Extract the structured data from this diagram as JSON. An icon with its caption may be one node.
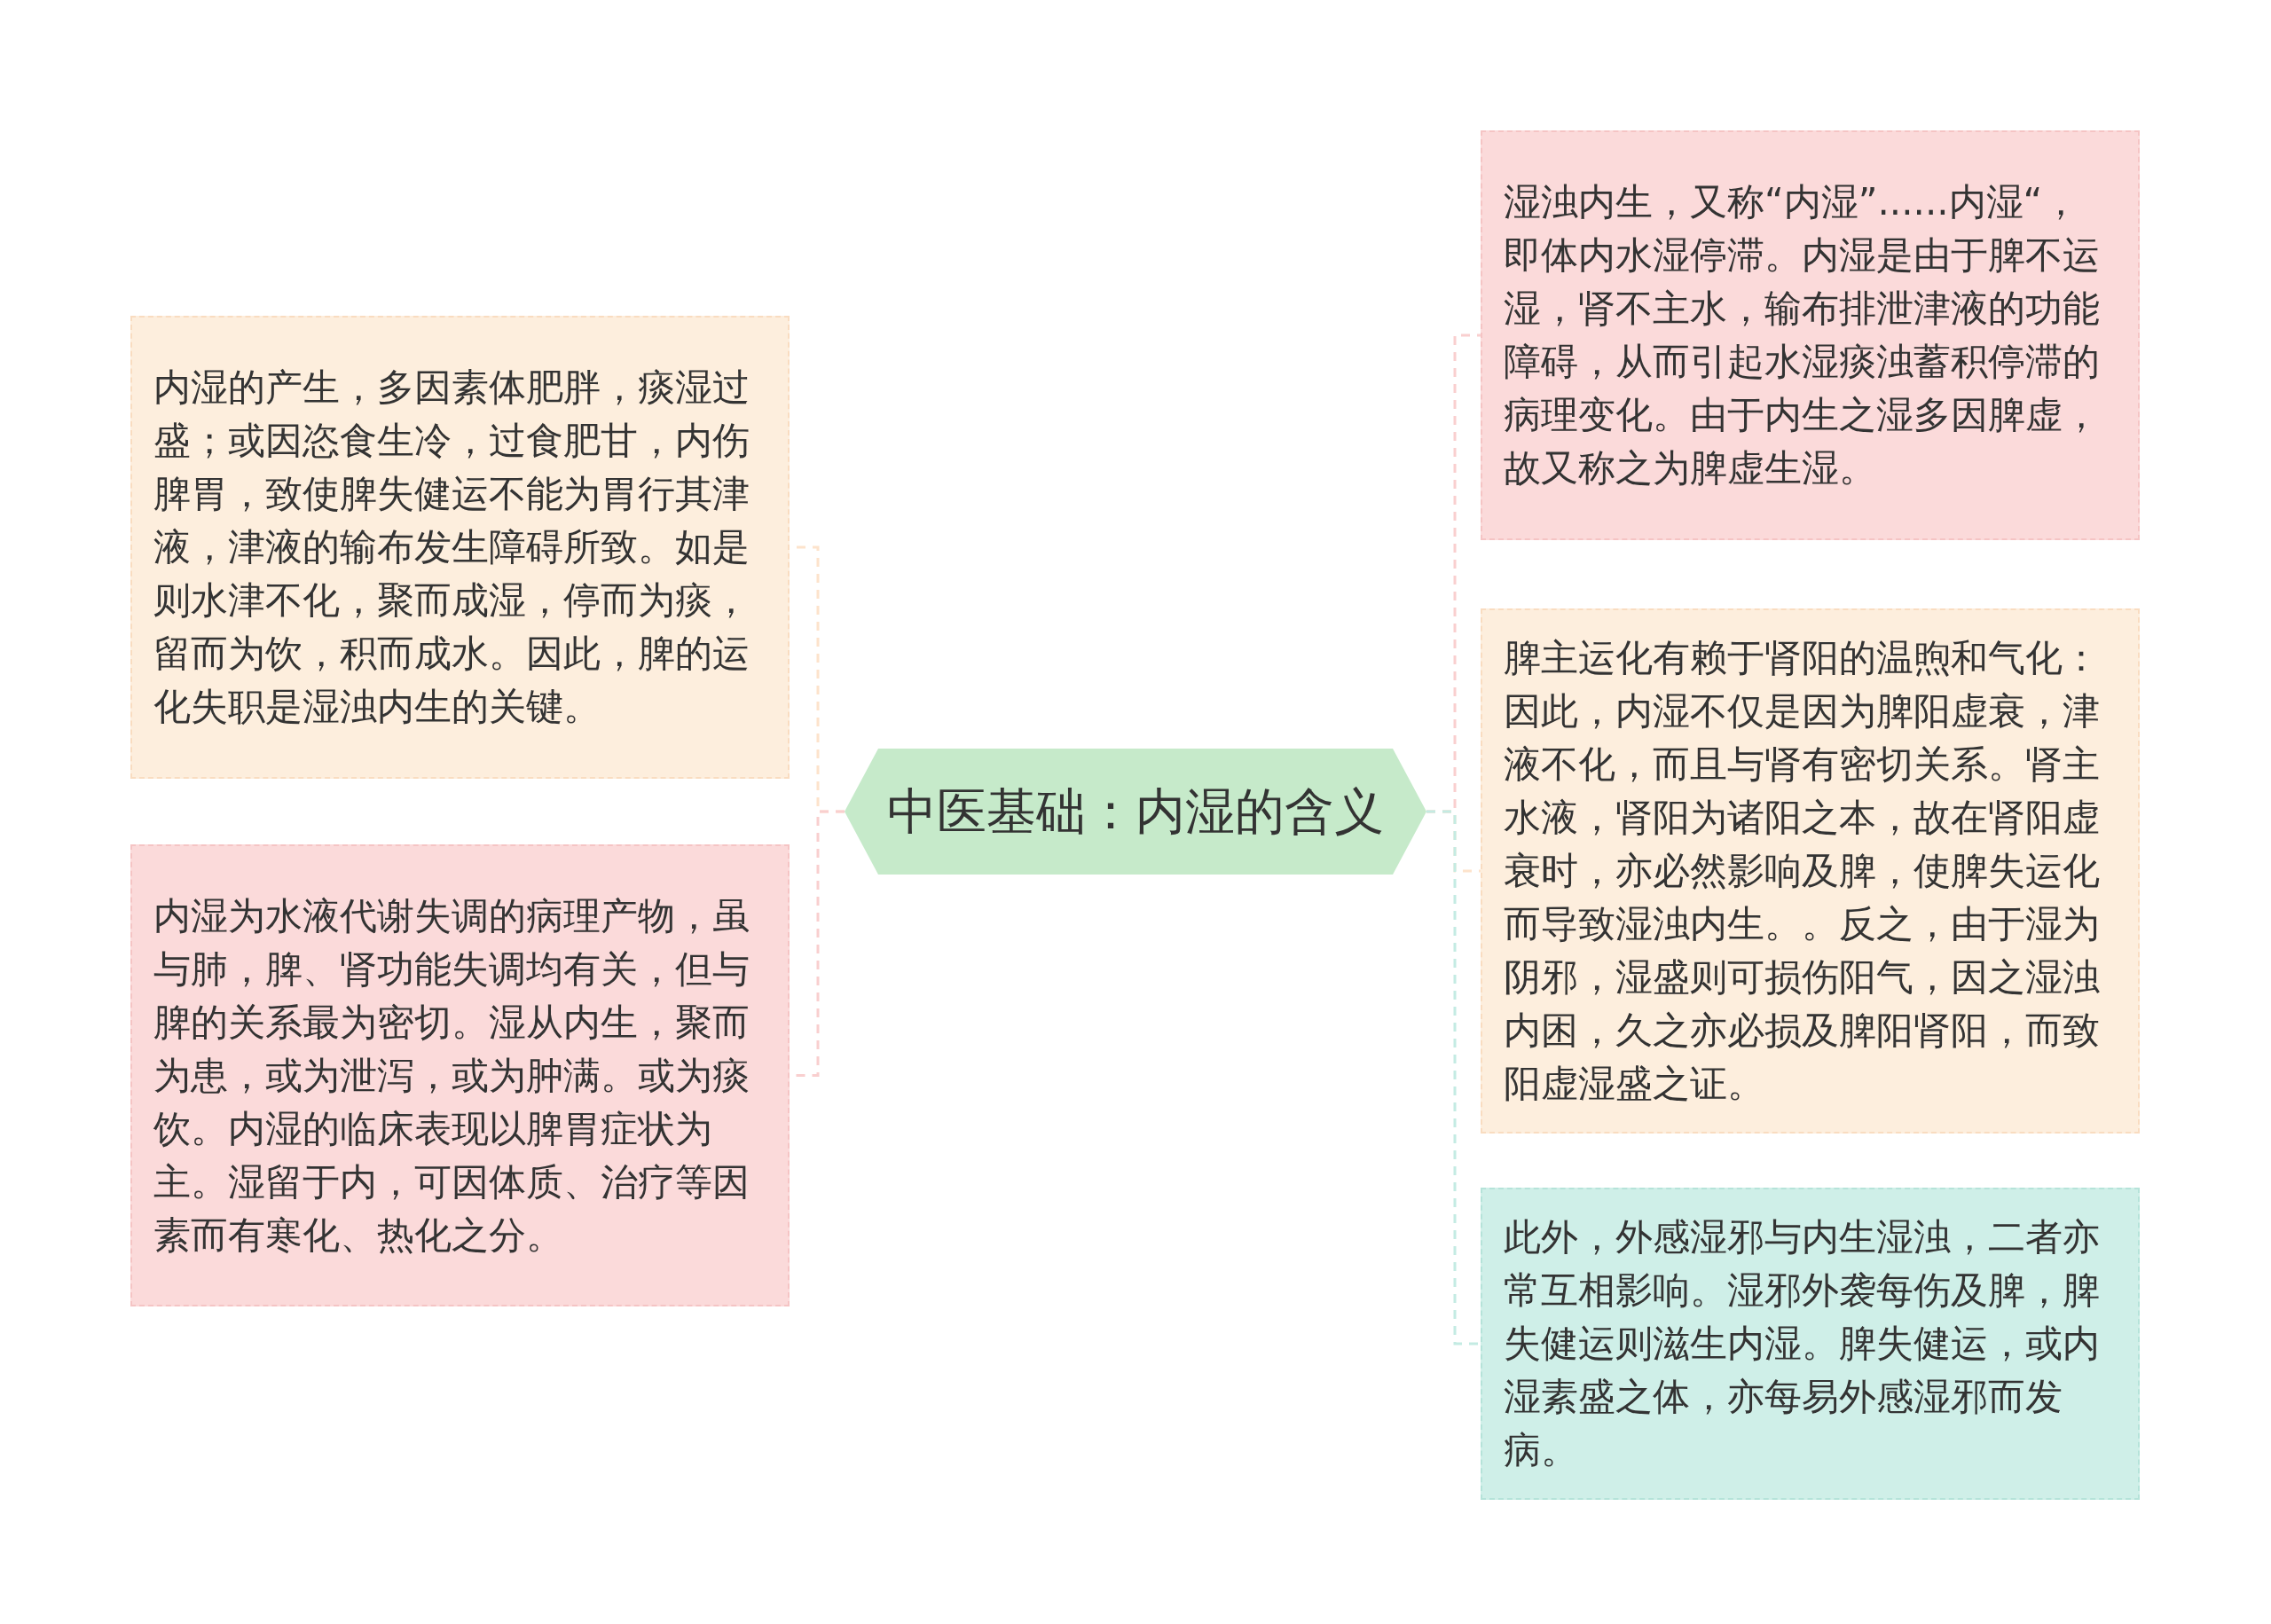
{
  "diagram": {
    "nodes": [
      {
        "text": [
          "中医基础：内湿的含义"
        ]
      },
      {
        "text": [
          "内湿的产生，多因素体肥胖，痰湿过盛；或因恣食生冷，过食肥甘，内伤脾胃，致使脾失健运不能为胃行其津液，津液的输布发生障碍所致。如是则水津不化，聚而成湿，停而为痰，留而为饮，积而成水。因此，脾的运化失职是湿浊内生的关键。"
        ]
      },
      {
        "text": [
          "内湿为水液代谢失调的病理产物，虽与肺，脾、肾功能失调均有关，但与脾的关系最为密切。湿从内生，聚而为患，或为泄泻，或为肿满。或为痰饮。内湿的临床表现以脾胃症状为主。湿留于内，可因体质、治疗等因素而有寒化、热化之分。"
        ]
      },
      {
        "text": [
          "湿浊内生，又称“内湿”......内湿“，即体内水湿停滞。内湿是由于脾不运湿，肾不主水，输布排泄津液的功能障碍，从而引起水湿痰浊蓄积停滞的病理变化。由于内生之湿多因脾虚，故又称之为脾虚生湿。"
        ]
      },
      {
        "text": [
          "脾主运化有赖于肾阳的温煦和气化：因此，内湿不仅是因为脾阳虚衰，津液不化，而且与肾有密切关系。肾主水液，肾阳为诸阳之本，故在肾阳虚衰时，亦必然影响及脾，使脾失运化而导致湿浊内生。。反之，由于湿为阴邪，湿盛则可损伤阳气，因之湿浊内困，久之亦必损及脾阳肾阳，而致阳虚湿盛之证。"
        ]
      },
      {
        "text": [
          "此外，外感湿邪与内生湿浊，二者亦常互相影响。湿邪外袭每伤及脾，脾失健运则滋生内湿。脾失健运，或内湿素盛之体，亦每易外感湿邪而发病。"
        ]
      }
    ],
    "edges": [
      {
        "from": 0,
        "to": 1,
        "arrow": "none",
        "style": "dashed",
        "color": "#fde3cc"
      },
      {
        "from": 0,
        "to": 2,
        "arrow": "none",
        "style": "dashed",
        "color": "#f9cfcf"
      },
      {
        "from": 0,
        "to": 3,
        "arrow": "none",
        "style": "dashed",
        "color": "#f9cfcf"
      },
      {
        "from": 0,
        "to": 4,
        "arrow": "none",
        "style": "dashed",
        "color": "#fde3cc"
      },
      {
        "from": 0,
        "to": 5,
        "arrow": "none",
        "style": "dashed",
        "color": "#c4ebe3"
      }
    ]
  }
}
